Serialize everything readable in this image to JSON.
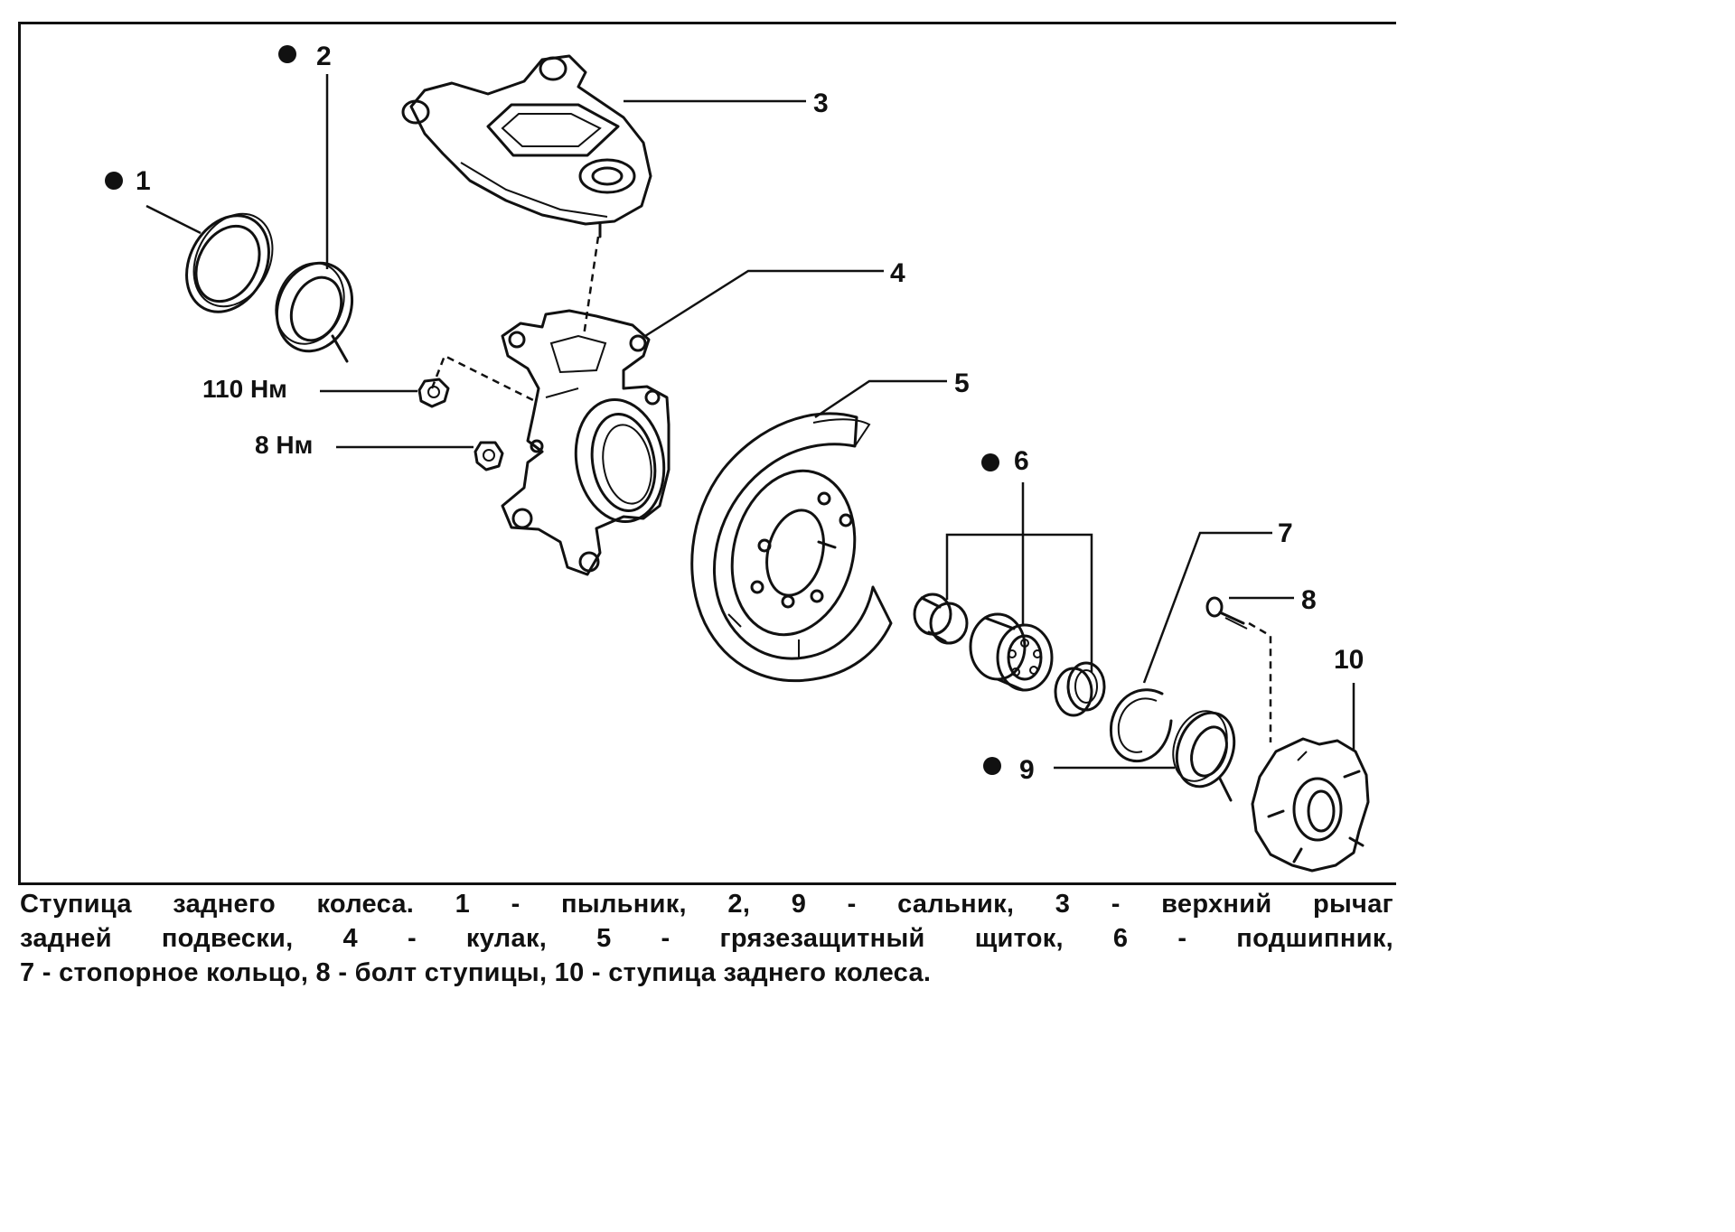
{
  "callouts": {
    "c1": "1",
    "c2": "2",
    "c3": "3",
    "c4": "4",
    "c5": "5",
    "c6": "6",
    "c7": "7",
    "c8": "8",
    "c9": "9",
    "c10": "10"
  },
  "torque": {
    "nut_upper": "110 Нм",
    "nut_lower": "8 Нм"
  },
  "caption": {
    "line1": "Ступица заднего колеса. 1 - пыльник, 2, 9 - сальник, 3 - верхний рычаг",
    "line2": "задней подвески, 4 - кулак, 5 - грязезащитный щиток, 6 - подшипник,",
    "line3": "7 - стопорное кольцо, 8 - болт ступицы, 10 - ступица заднего колеса."
  }
}
